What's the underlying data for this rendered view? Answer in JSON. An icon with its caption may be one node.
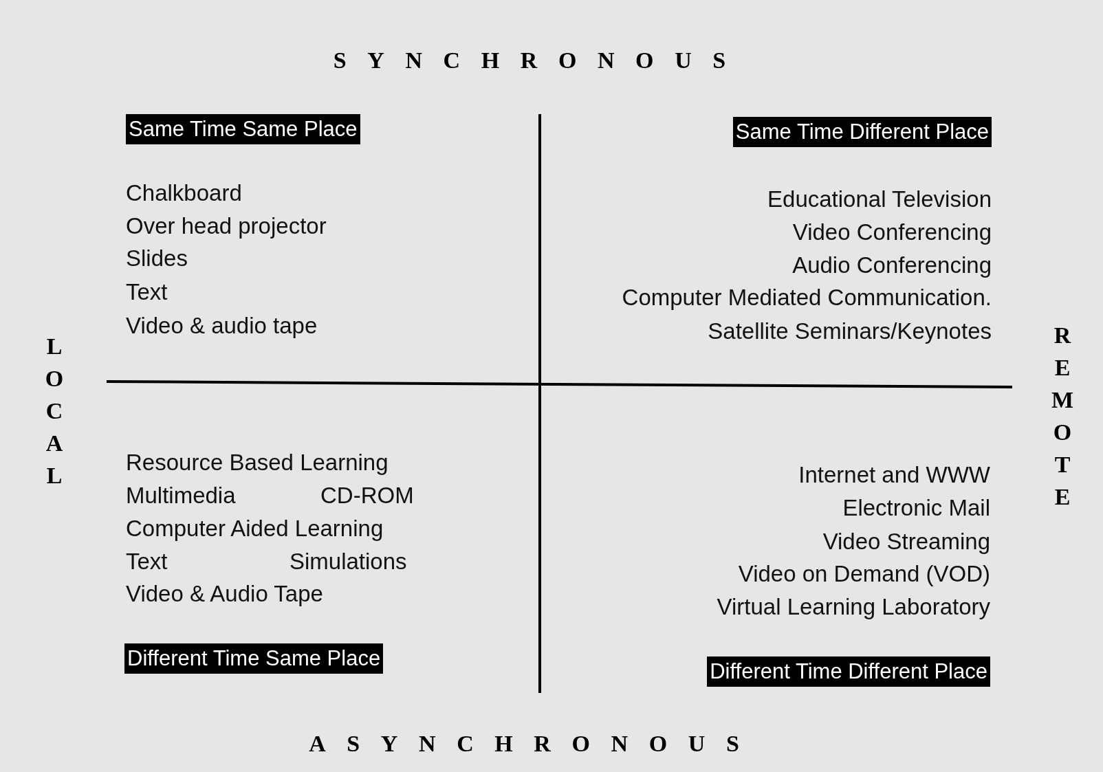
{
  "diagram": {
    "nodes": [
      {
        "text": [
          "Same Time Same Place"
        ]
      },
      {
        "text": [
          "Same Time Different Place"
        ]
      },
      {
        "text": [
          "Different Time Same Place"
        ]
      },
      {
        "text": [
          "Different Time Different Place"
        ]
      }
    ],
    "labels": [
      "SYNCHRONOUS",
      "Chalkboard",
      "Over head projector",
      "Slides",
      "Text",
      "Video & audio tape",
      "Educational Television",
      "Video Conferencing",
      "Audio Conferencing",
      "Computer Mediated Communication.",
      "Satellite Seminars/Keynotes",
      "LOCAL",
      "REMOTE",
      "Resource Based Learning",
      "Multimedia",
      "CD-ROM",
      "Computer Aided Learning",
      "Text",
      "Simulations",
      "Video & Audio Tape",
      "Internet and WWW",
      "Electronic Mail",
      "Video Streaming",
      "Video on Demand (VOD)",
      "Virtual Learning Laboratory",
      "ASYNCHRONOUS"
    ]
  }
}
